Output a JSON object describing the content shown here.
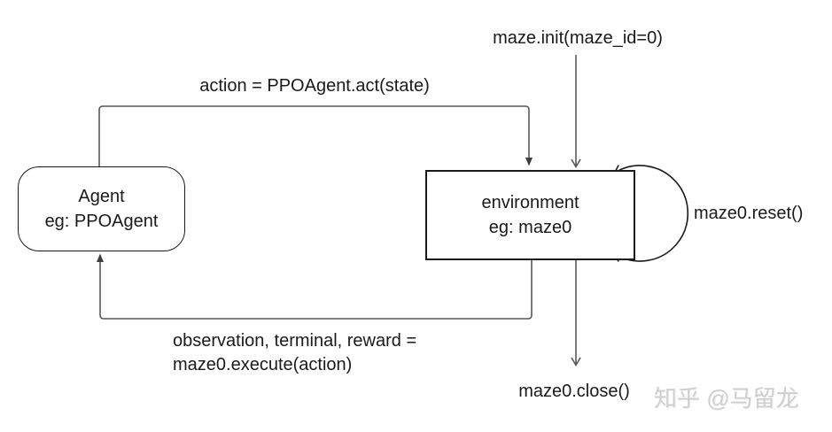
{
  "diagram": {
    "title_hint": "agent-environment interaction loop",
    "nodes": {
      "agent": {
        "line1": "Agent",
        "line2": "eg: PPOAgent"
      },
      "environment": {
        "line1": "environment",
        "line2": "eg: maze0"
      }
    },
    "labels": {
      "action": "action = PPOAgent.act(state)",
      "init": "maze.init(maze_id=0)",
      "reset": "maze0.reset()",
      "close": "maze0.close()",
      "observation_line1": "observation, terminal, reward =",
      "observation_line2": "maze0.execute(action)"
    },
    "colors": {
      "background": "#ffffff",
      "box_border": "#1a1a1a",
      "arrow_line": "#595959",
      "loop_arc": "#1a1a1a",
      "watermark": "#cfcfcf"
    }
  },
  "watermark": "知乎 @马留龙"
}
